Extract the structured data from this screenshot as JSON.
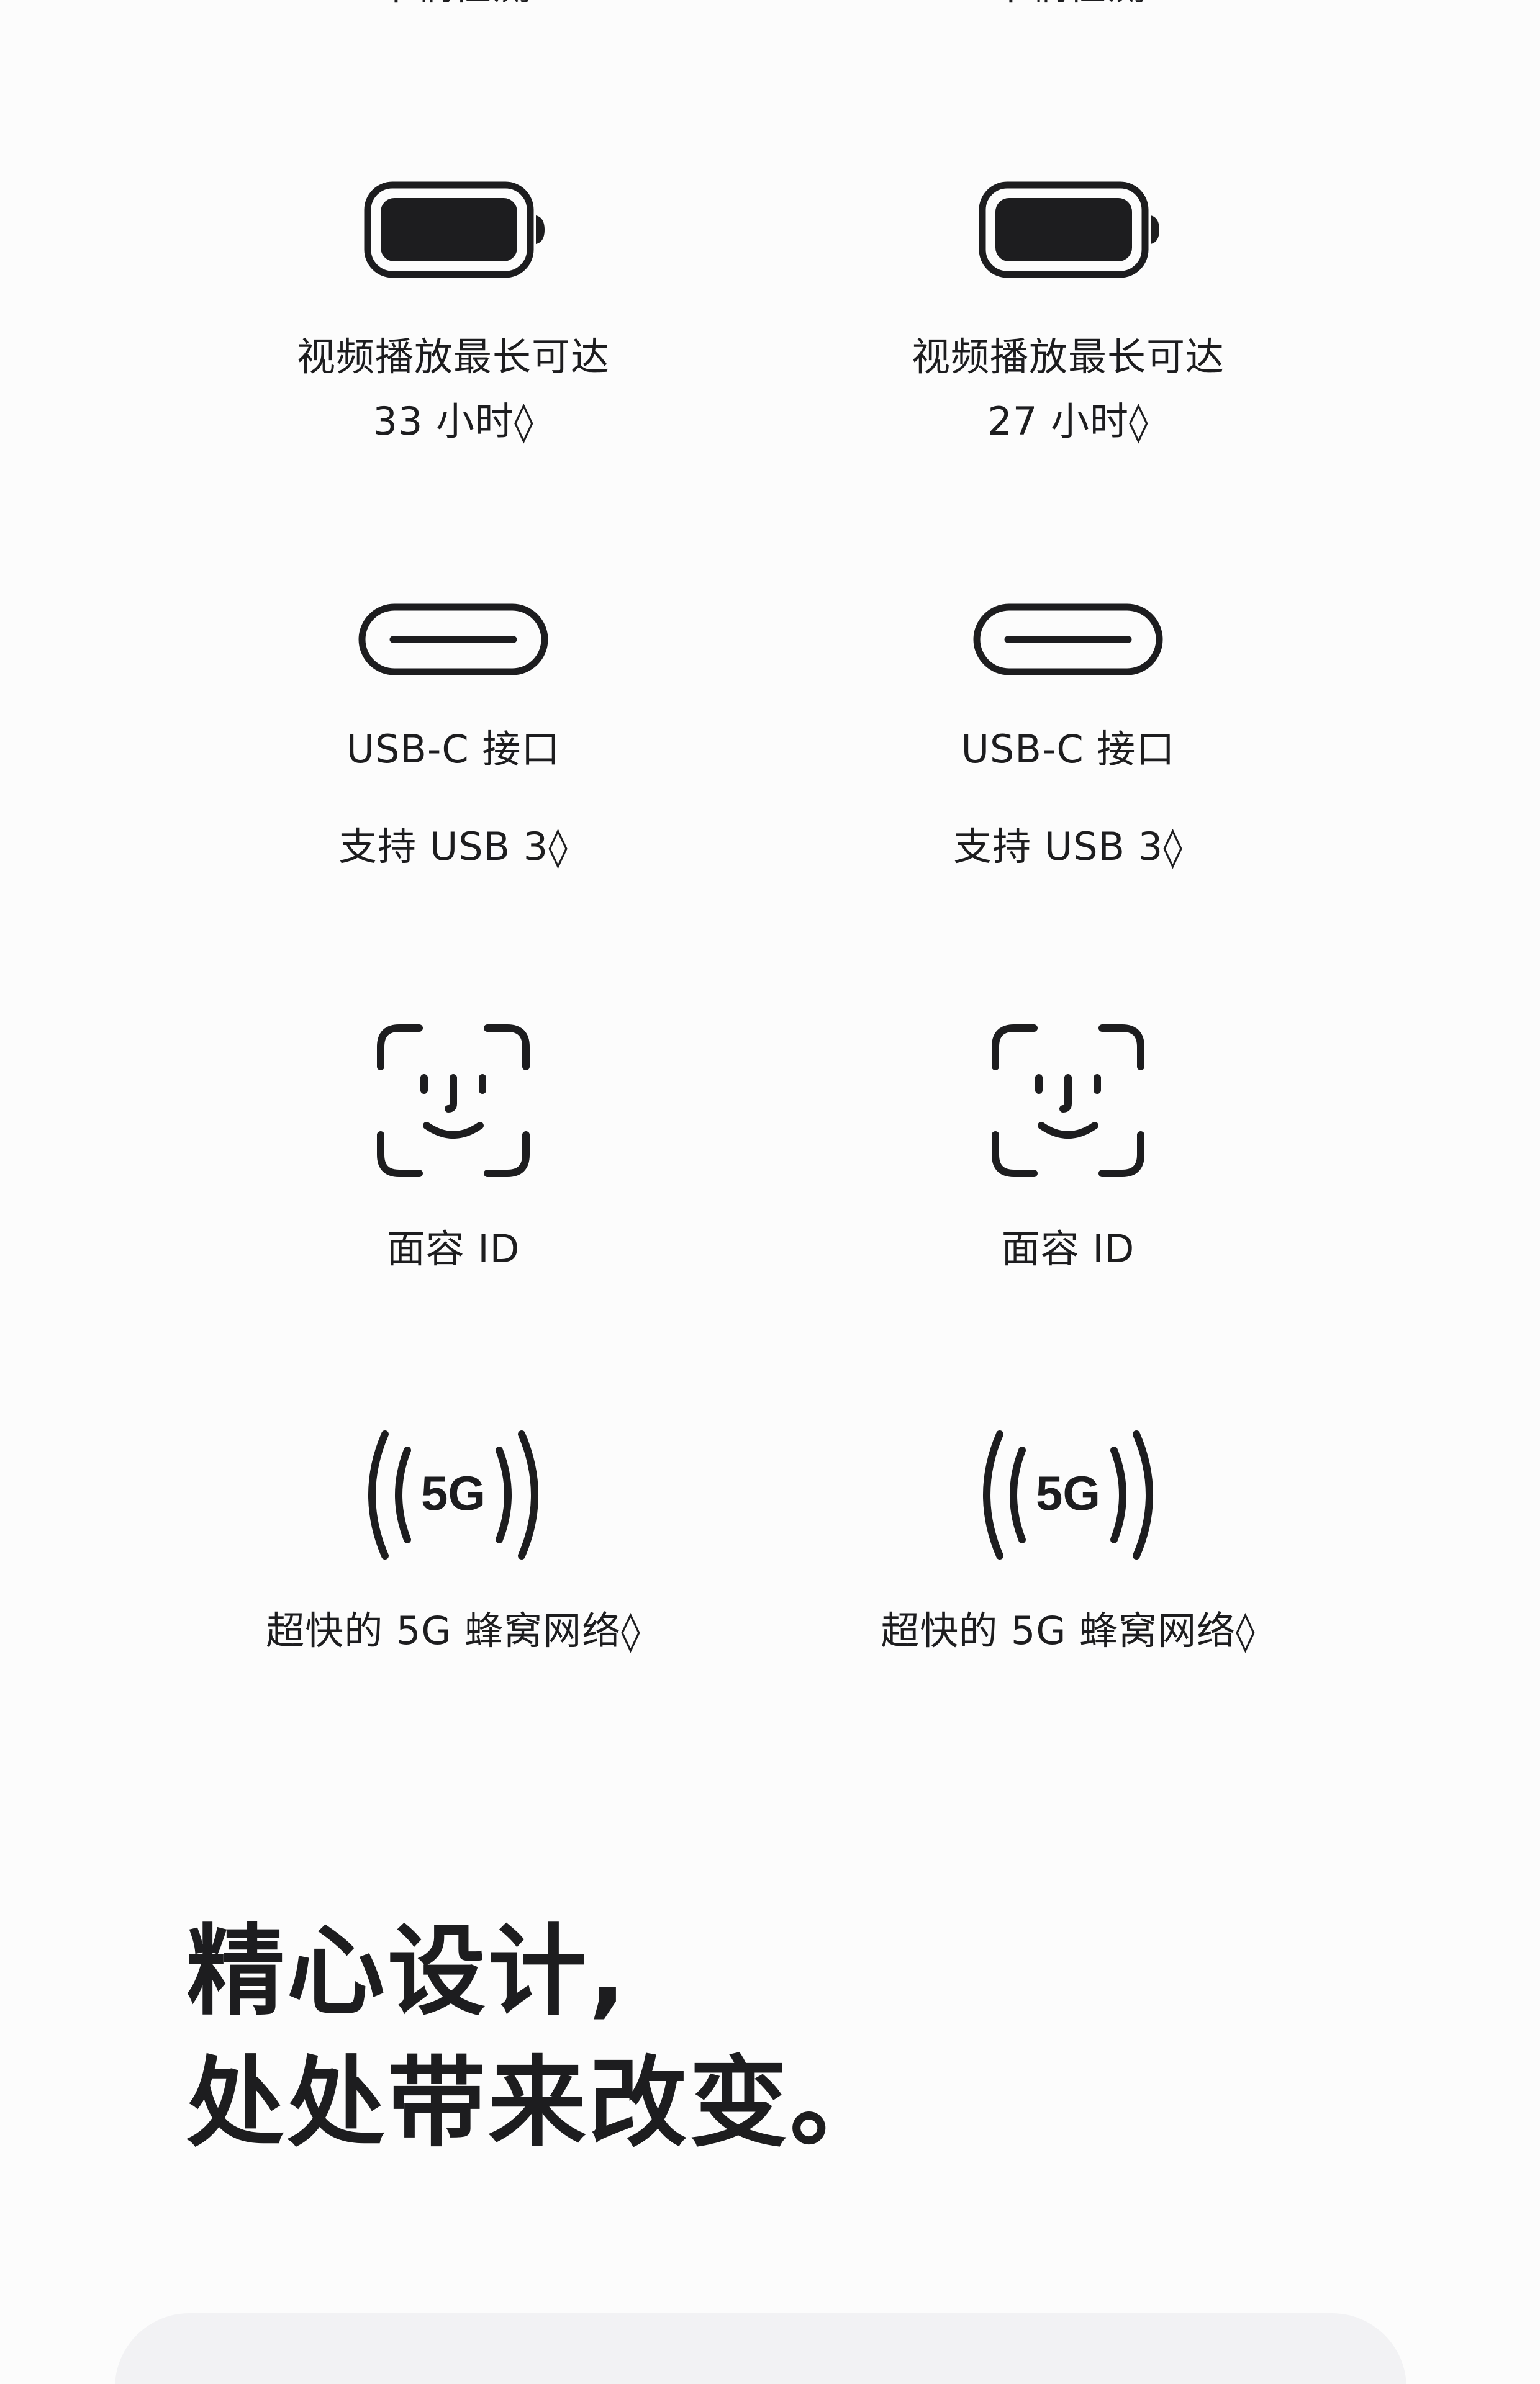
{
  "vehicle_detect": {
    "left": "车辆检测",
    "right": "车辆检测"
  },
  "battery": {
    "label": "视频播放最长可达",
    "left_hours": "33 小时◊",
    "right_hours": "27 小时◊"
  },
  "usb": {
    "title": "USB-C 接口",
    "support": "支持 USB 3◊"
  },
  "faceid": {
    "label": "面容 ID"
  },
  "fiveg": {
    "badge": "5G",
    "label": "超快的 5G 蜂窝网络◊"
  },
  "headline": {
    "line1": "精心设计,",
    "line2": "处处带来改变。"
  },
  "icons": [
    "battery-icon",
    "usb-c-icon",
    "face-id-icon",
    "5g-icon"
  ],
  "colors": {
    "text": "#1d1d1f",
    "background": "#fcfcfc",
    "card": "#f2f2f4"
  }
}
